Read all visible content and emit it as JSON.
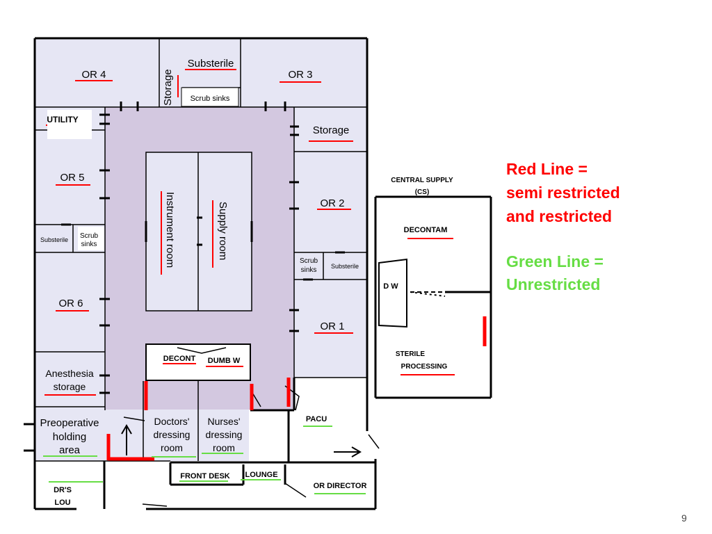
{
  "rooms": {
    "or4": "OR 4",
    "substerile_top": "Substerile",
    "storage_vertical": "Storage",
    "scrub_sinks_top": "Scrub sinks",
    "or3": "OR 3",
    "utility": "UTILITY",
    "storage_right": "Storage",
    "or5": "OR 5",
    "instrument_room": "Instrument room",
    "supply_room": "Supply room",
    "or2": "OR 2",
    "substerile_left": "Substerile",
    "scrub_sinks_left": [
      "Scrub",
      "sinks"
    ],
    "scrub_sinks_right": [
      "Scrub",
      "sinks"
    ],
    "substerile_right": "Substerile",
    "or6": "OR 6",
    "or1": "OR 1",
    "anesthesia_storage": [
      "Anesthesia",
      "storage"
    ],
    "decont": "DECONT",
    "dumb_w": "DUMB W",
    "preoperative": [
      "Preoperative",
      "holding",
      "area"
    ],
    "doctors_dressing": [
      "Doctors'",
      "dressing",
      "room"
    ],
    "nurses_dressing": [
      "Nurses'",
      "dressing",
      "room"
    ],
    "pacu": "PACU",
    "drs_lounge": [
      "DR'S",
      "LOU"
    ],
    "front_desk": "FRONT DESK",
    "lounge": "LOUNGE",
    "or_director": "OR DIRECTOR",
    "central_supply": [
      "CENTRAL SUPPLY",
      "(CS)"
    ],
    "decontam": "DECONTAM",
    "dw": "D W",
    "sterile_processing": [
      "STERILE",
      "PROCESSING"
    ]
  },
  "legend": {
    "red": [
      "Red Line =",
      "semi restricted",
      "and restricted"
    ],
    "green": [
      "Green Line =",
      "Unrestricted"
    ]
  },
  "colors": {
    "restricted_red": "#ff0000",
    "unrestricted_green": "#66dd44",
    "room_fill": "#e6e6f4",
    "corridor_fill": "#d3c8e0"
  },
  "page_number": "9"
}
